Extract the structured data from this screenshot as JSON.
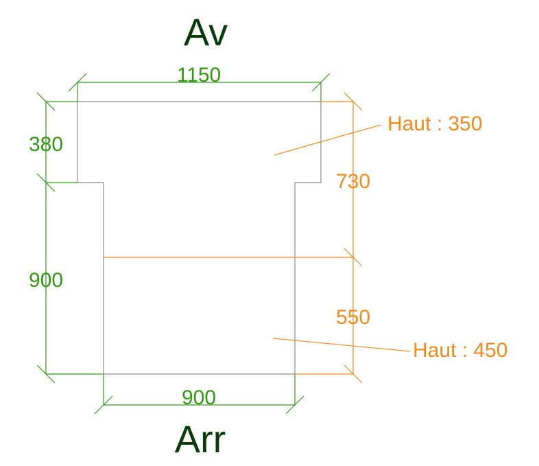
{
  "titles": {
    "front": "Av",
    "back": "Arr"
  },
  "dimensions": {
    "top_width": "1150",
    "left_upper": "380",
    "left_lower": "900",
    "bottom_width": "900",
    "right_upper": "730",
    "right_lower": "550"
  },
  "annotations": {
    "upper_height": "Haut : 350",
    "lower_height": "Haut : 450"
  },
  "colors": {
    "green": "#2f9a10",
    "orange": "#f28a1a",
    "outline": "#888888",
    "title": "#0b3a0b"
  }
}
